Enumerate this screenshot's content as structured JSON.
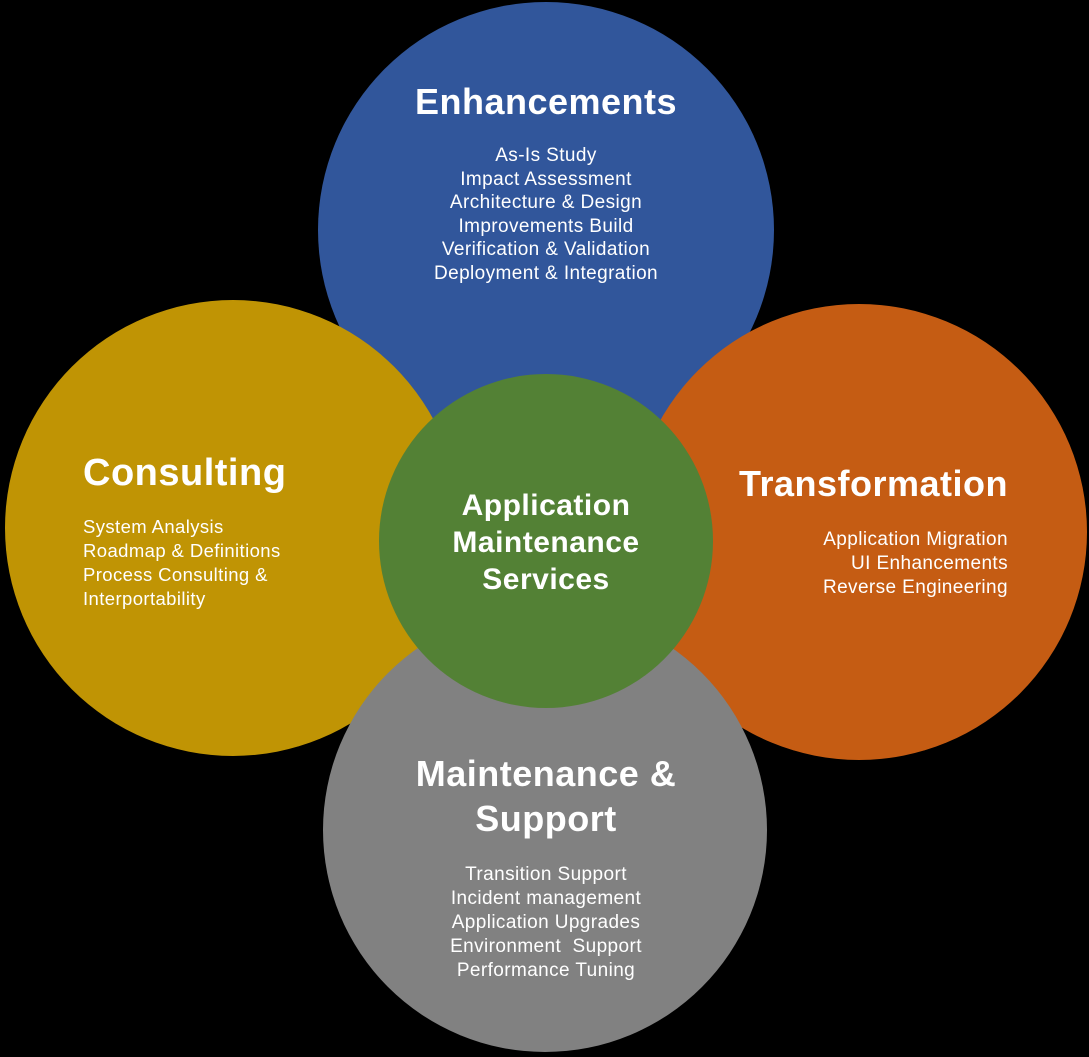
{
  "background_color": "#000000",
  "text_color": "#FFFFFF",
  "diagram": {
    "center": {
      "title_lines": [
        "Application",
        "Maintenance",
        "Services"
      ],
      "color": "#538135"
    },
    "top": {
      "title": "Enhancements",
      "color": "#31569B",
      "items": [
        "As-Is Study",
        "Impact Assessment",
        "Architecture & Design",
        "Improvements Build",
        "Verification & Validation",
        "Deployment & Integration"
      ]
    },
    "left": {
      "title": "Consulting",
      "color": "#C09404",
      "items": [
        "System Analysis",
        "Roadmap & Definitions",
        "Process Consulting &",
        "Interportability"
      ]
    },
    "right": {
      "title": "Transformation",
      "color": "#C55C13",
      "items": [
        "Application Migration",
        "UI Enhancements",
        "Reverse Engineering"
      ]
    },
    "bottom": {
      "title_lines": [
        "Maintenance &",
        "Support"
      ],
      "color": "#818181",
      "items": [
        "Transition Support",
        "Incident management",
        "Application Upgrades",
        "Environment  Support",
        "Performance Tuning"
      ]
    }
  }
}
